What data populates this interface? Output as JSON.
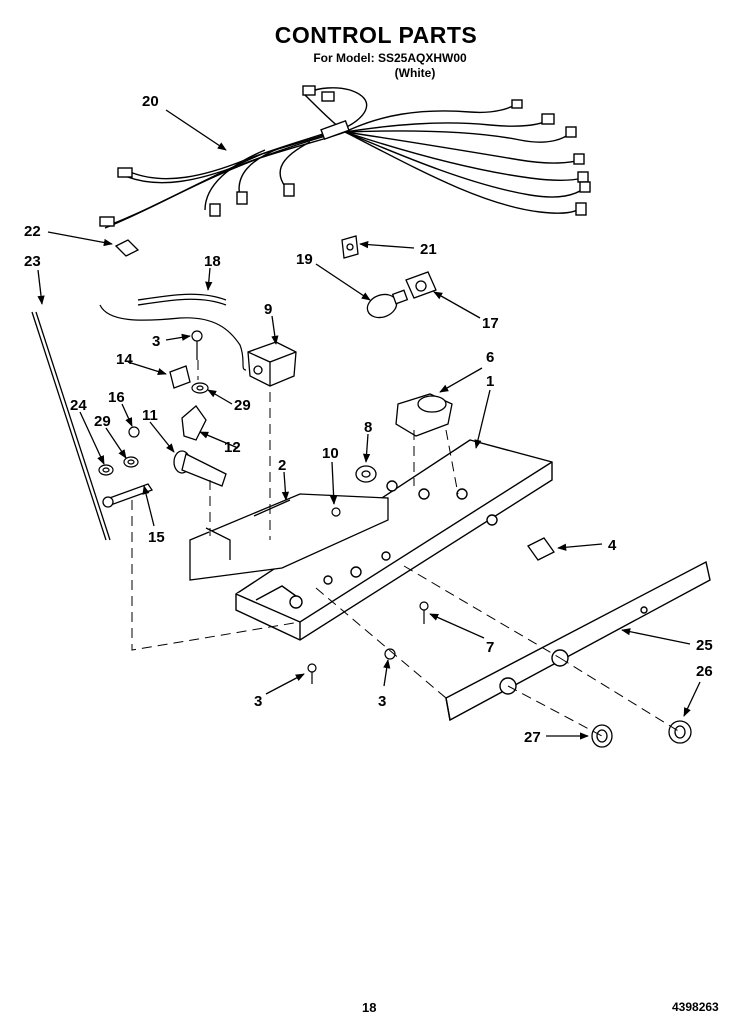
{
  "header": {
    "title": "CONTROL PARTS",
    "model_line": "For Model: SS25AQXHW00",
    "color_line": "(White)"
  },
  "callouts": [
    {
      "id": "c20",
      "label": "20"
    },
    {
      "id": "c22",
      "label": "22"
    },
    {
      "id": "c23",
      "label": "23"
    },
    {
      "id": "c18",
      "label": "18"
    },
    {
      "id": "c19",
      "label": "19"
    },
    {
      "id": "c21",
      "label": "21"
    },
    {
      "id": "c17",
      "label": "17"
    },
    {
      "id": "c9",
      "label": "9"
    },
    {
      "id": "c3a",
      "label": "3"
    },
    {
      "id": "c14",
      "label": "14"
    },
    {
      "id": "c29a",
      "label": "29"
    },
    {
      "id": "c16",
      "label": "16"
    },
    {
      "id": "c11",
      "label": "11"
    },
    {
      "id": "c12",
      "label": "12"
    },
    {
      "id": "c24",
      "label": "24"
    },
    {
      "id": "c29b",
      "label": "29"
    },
    {
      "id": "c2",
      "label": "2"
    },
    {
      "id": "c10",
      "label": "10"
    },
    {
      "id": "c8",
      "label": "8"
    },
    {
      "id": "c6",
      "label": "6"
    },
    {
      "id": "c1",
      "label": "1"
    },
    {
      "id": "c15",
      "label": "15"
    },
    {
      "id": "c4",
      "label": "4"
    },
    {
      "id": "c7",
      "label": "7"
    },
    {
      "id": "c25",
      "label": "25"
    },
    {
      "id": "c26",
      "label": "26"
    },
    {
      "id": "c3b",
      "label": "3"
    },
    {
      "id": "c3c",
      "label": "3"
    },
    {
      "id": "c27",
      "label": "27"
    }
  ],
  "footer": {
    "page_number": "18",
    "doc_code": "4398263"
  }
}
